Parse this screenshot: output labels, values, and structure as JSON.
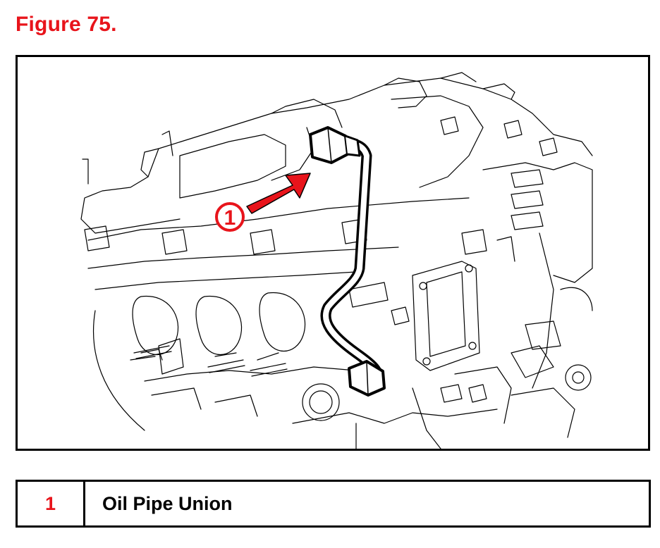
{
  "figure": {
    "title": "Figure 75.",
    "callout_number": "1"
  },
  "legend": {
    "rows": [
      {
        "number": "1",
        "label": "Oil Pipe Union"
      }
    ]
  },
  "colors": {
    "accent_red": "#e8141b",
    "line": "#000000"
  }
}
